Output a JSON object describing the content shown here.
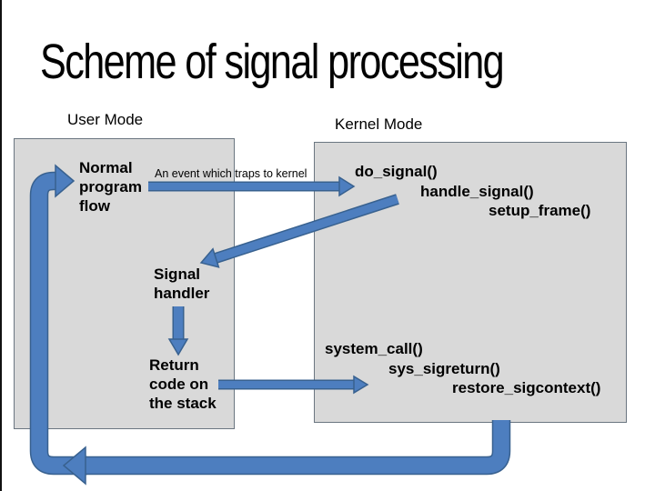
{
  "title": "Scheme of signal processing",
  "mode_labels": {
    "user": "User Mode",
    "kernel": "Kernel Mode"
  },
  "user_box": {
    "normal_program_flow": {
      "lines": [
        "Normal",
        "program",
        "flow"
      ]
    },
    "signal_handler": {
      "lines": [
        "Signal",
        "handler"
      ]
    },
    "return_code": {
      "lines": [
        "Return",
        "code on",
        "the stack"
      ]
    }
  },
  "kernel_box": {
    "trap_sequence": [
      "do_signal()",
      "handle_signal()",
      "setup_frame()"
    ],
    "return_sequence": [
      "system_call()",
      "sys_sigreturn()",
      "restore_sigcontext()"
    ]
  },
  "annotations": {
    "trap_event": "An event which traps to kernel"
  },
  "colors": {
    "arrow_fill": "#4d7ebf",
    "arrow_border": "#38618f",
    "box_fill": "#d9d9d9",
    "box_border": "#6b7681",
    "edge_line": "#111111",
    "text": "#000000"
  }
}
